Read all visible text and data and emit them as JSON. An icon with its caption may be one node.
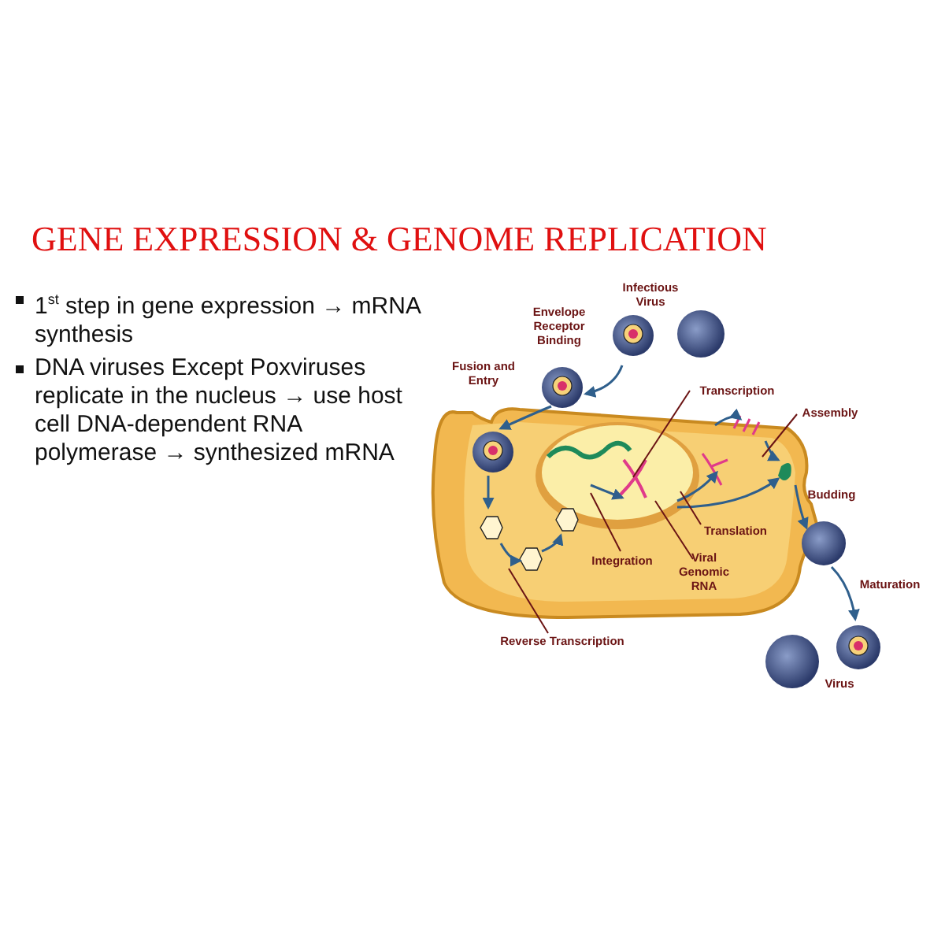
{
  "diagram": {
    "title": "GENE EXPRESSION & GENOME REPLICATION",
    "nodes": [
      {
        "text": [
          "Transcription"
        ]
      },
      {
        "text": [
          "Assembly"
        ]
      },
      {
        "text": [
          "Translation"
        ]
      },
      {
        "text": [
          "Viral Genomic RNA"
        ]
      },
      {
        "text": [
          "Integration"
        ]
      },
      {
        "text": [
          "Reverse Transcription"
        ]
      }
    ],
    "edges": [
      {
        "from": 0,
        "to": null,
        "arrow": "none"
      },
      {
        "from": 1,
        "to": null,
        "arrow": "none"
      },
      {
        "from": 2,
        "to": null,
        "arrow": "none"
      },
      {
        "from": 3,
        "to": null,
        "arrow": "none"
      },
      {
        "from": 4,
        "to": null,
        "arrow": "none"
      },
      {
        "from": 5,
        "to": null,
        "arrow": "none"
      }
    ],
    "labels": [
      "1$^{st}$ step in gene expression → mRNA synthesis",
      "DNA viruses Except Poxviruses replicate in the nucleus → use host cell DNA-dependent RNA polymerase → synthesized mRNA",
      "Infectious Virus",
      "Envelope Receptor Binding",
      "Fusion and Entry",
      "Budding",
      "Maturation",
      "Virus"
    ]
  }
}
